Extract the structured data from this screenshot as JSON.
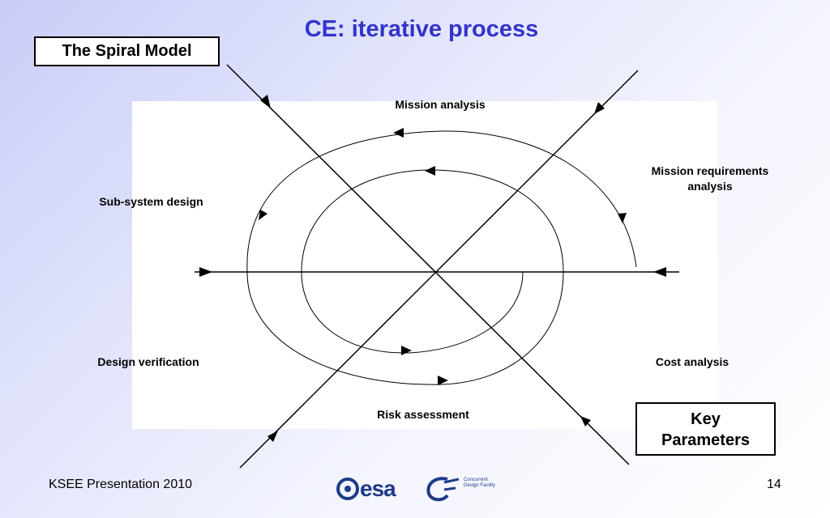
{
  "slide": {
    "title": "CE: iterative process",
    "model_label": "The Spiral Model",
    "key_parameters": "Key\nParameters"
  },
  "diagram": {
    "labels": {
      "mission_analysis": "Mission analysis",
      "mission_requirements": "Mission requirements analysis",
      "subsystem_design": "Sub-system design",
      "design_verification": "Design verification",
      "cost_analysis": "Cost analysis",
      "risk_assessment": "Risk assessment"
    }
  },
  "footer": {
    "presentation": "KSEE Presentation 2010",
    "page_number": "14",
    "logo_esa": "esa",
    "logo_cdf_line1": "Concurrent",
    "logo_cdf_line2": "Design Facility"
  },
  "colors": {
    "title": "#3333cc",
    "esa_blue": "#1f3a8a"
  }
}
